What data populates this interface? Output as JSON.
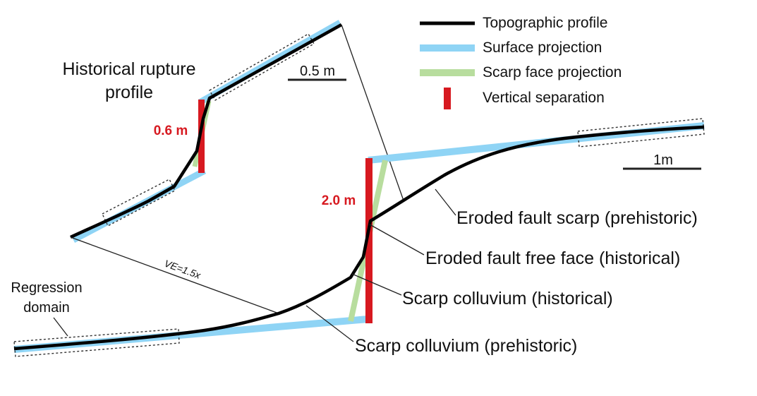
{
  "colors": {
    "topo": "#000000",
    "surface": "#8fd4f5",
    "scarp_face": "#b8dd9e",
    "separation": "#d71920",
    "dashed_box": "#333333",
    "leader": "#222222"
  },
  "legend": {
    "items": [
      {
        "label": "Topographic profile",
        "swatch": "topographic-profile-line"
      },
      {
        "label": "Surface projection",
        "swatch": "surface-projection-line"
      },
      {
        "label": "Scarp face projection",
        "swatch": "scarp-face-projection-line"
      },
      {
        "label": "Vertical separation",
        "swatch": "vertical-separation-bar"
      }
    ]
  },
  "inset": {
    "title_line1": "Historical rupture",
    "title_line2": "profile",
    "separation": "0.6 m",
    "scale_label": "0.5 m"
  },
  "main": {
    "separation": "2.0 m",
    "scale_label": "1m",
    "ve_label": "VE=1.5x",
    "regression_label_line1": "Regression",
    "regression_label_line2": "domain",
    "annotations": [
      "Eroded fault scarp (prehistoric)",
      "Eroded fault free face (historical)",
      "Scarp colluvium (historical)",
      "Scarp colluvium (prehistoric)"
    ]
  }
}
